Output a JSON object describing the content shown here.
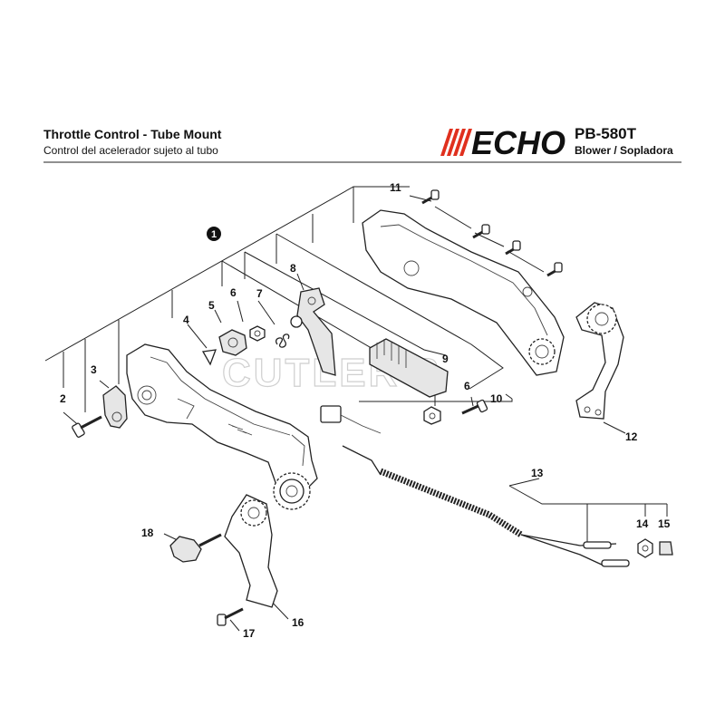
{
  "header": {
    "title": "Throttle Control - Tube Mount",
    "subtitle": "Control del acelerador sujeto al tubo",
    "brand": "ECHO",
    "model": "PB-580T",
    "model_subtitle": "Blower / Sopladora"
  },
  "watermark": "CUTLER'S",
  "callouts": {
    "c1": "1",
    "c2": "2",
    "c3": "3",
    "c4": "4",
    "c5": "5",
    "c6a": "6",
    "c6b": "6",
    "c7": "7",
    "c8": "8",
    "c9": "9",
    "c10": "10",
    "c11": "11",
    "c12": "12",
    "c13": "13",
    "c14": "14",
    "c15": "15",
    "c16": "16",
    "c17": "17",
    "c18": "18"
  }
}
